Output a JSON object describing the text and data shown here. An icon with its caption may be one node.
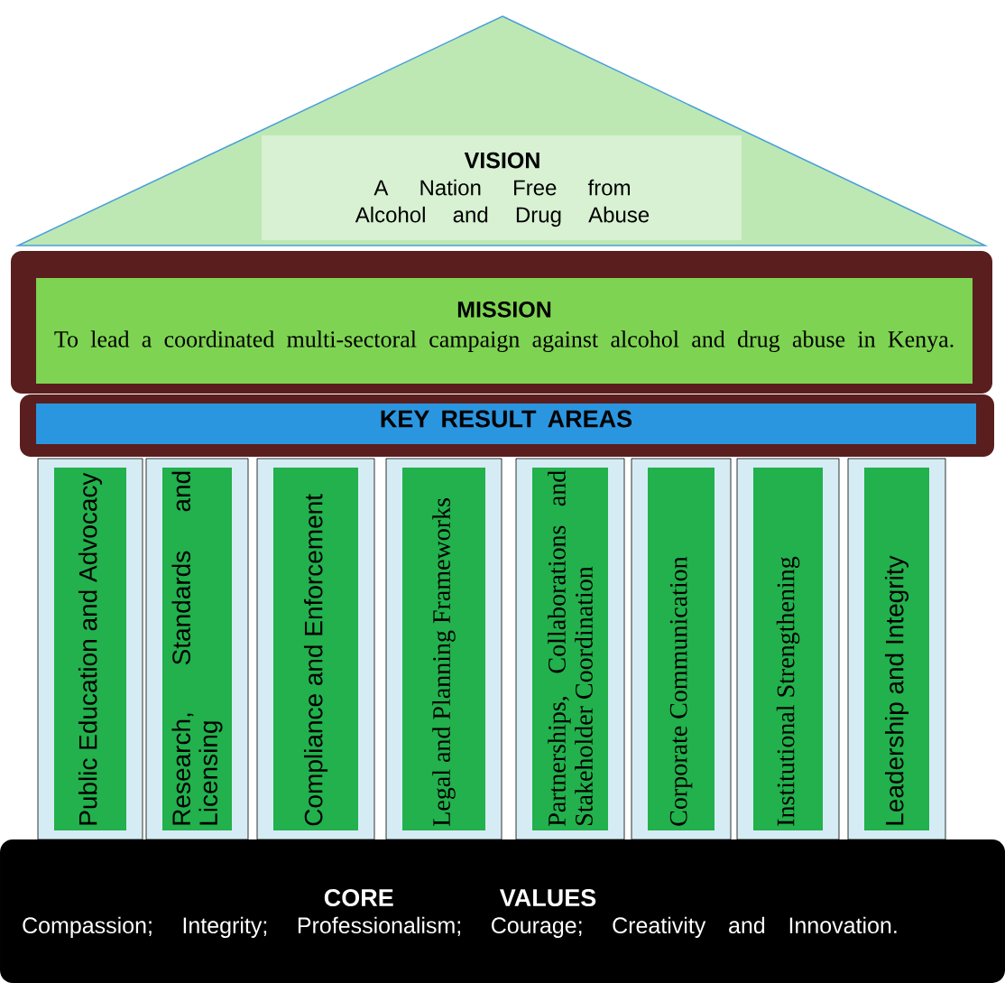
{
  "diagram": {
    "nodes": [
      {
        "text": [
          "VISION",
          "A Nation Free from Alcohol and Drug Abuse"
        ]
      },
      {
        "text": [
          "MISSION",
          "To lead a coordinated multi-sectoral campaign against alcohol and drug abuse in Kenya."
        ]
      },
      {
        "text": [
          "KEY RESULT AREAS"
        ]
      },
      {
        "text": [
          "Public Education and Advocacy"
        ]
      },
      {
        "text": [
          "Research, Standards and Licensing"
        ]
      },
      {
        "text": [
          "Compliance and Enforcement"
        ]
      },
      {
        "text": [
          "Legal and Planning Frameworks"
        ]
      },
      {
        "text": [
          "Partnerships, Collaborations and Stakeholder Coordination"
        ]
      },
      {
        "text": [
          "Corporate Communication"
        ]
      },
      {
        "text": [
          "Institutional Strengthening"
        ]
      },
      {
        "text": [
          "Leadership and Integrity"
        ]
      },
      {
        "text": [
          "CORE VALUES",
          "Compassion; Integrity; Professionalism; Courage; Creativity and Innovation."
        ]
      }
    ]
  }
}
